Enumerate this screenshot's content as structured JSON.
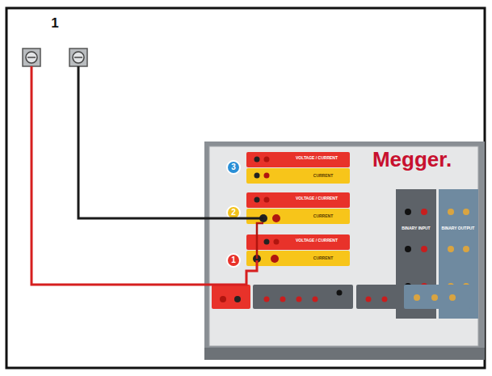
{
  "diagram": {
    "labels": [
      "1",
      "Megger.",
      "3",
      "2",
      "1",
      "VOLTAGE / CURRENT",
      "VOLTAGE / CURRENT",
      "VOLTAGE / CURRENT",
      "CURRENT",
      "CURRENT",
      "CURRENT",
      "BINARY INPUT",
      "BINARY OUTPUT"
    ]
  }
}
